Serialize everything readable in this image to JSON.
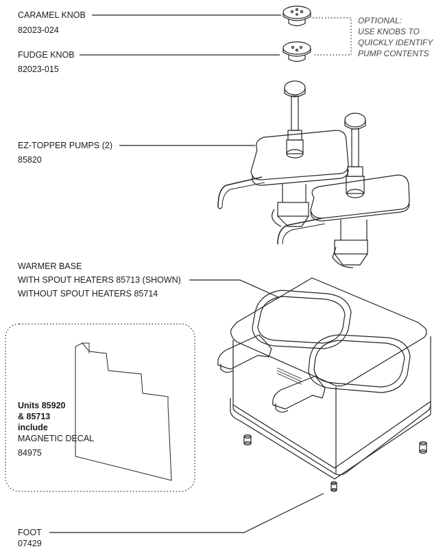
{
  "parts": {
    "caramel_knob": {
      "name": "CARAMEL KNOB",
      "number": "82023-024"
    },
    "fudge_knob": {
      "name": "FUDGE KNOB",
      "number": "82023-015"
    },
    "pumps": {
      "name": "EZ-TOPPER PUMPS (2)",
      "number": "85820"
    },
    "warmer_base": {
      "name": "WARMER BASE",
      "line2": "WITH SPOUT HEATERS 85713 (SHOWN)",
      "line3": "WITHOUT SPOUT HEATERS 85714"
    },
    "decal": {
      "bold1": "Units 85920",
      "bold2": "& 85713",
      "bold3": "include",
      "name": "MAGNETIC DECAL",
      "number": "84975"
    },
    "foot": {
      "name": "FOOT",
      "number": "07429"
    }
  },
  "optional_note": [
    "OPTIONAL:",
    "USE KNOBS TO",
    "QUICKLY IDENTIFY",
    "PUMP CONTENTS"
  ]
}
